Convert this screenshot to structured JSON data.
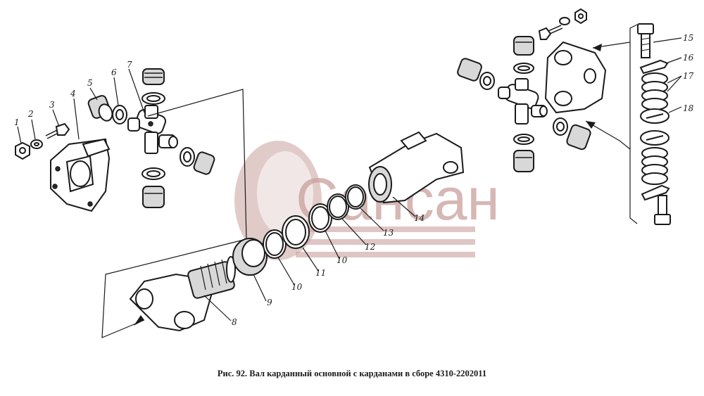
{
  "caption": "Рис. 92. Вал карданный основной с карданами в сборе 4310-2202011",
  "watermark": {
    "text": "Сансан",
    "color": "#c9a09c"
  },
  "callouts": {
    "c1": "1",
    "c2": "2",
    "c3": "3",
    "c4": "4",
    "c5": "5",
    "c6": "6",
    "c7": "7",
    "c8": "8",
    "c9": "9",
    "c10a": "10",
    "c10b": "10",
    "c11": "11",
    "c12": "12",
    "c13": "13",
    "c14": "14",
    "c15": "15",
    "c16": "16",
    "c17": "17",
    "c18": "18"
  }
}
